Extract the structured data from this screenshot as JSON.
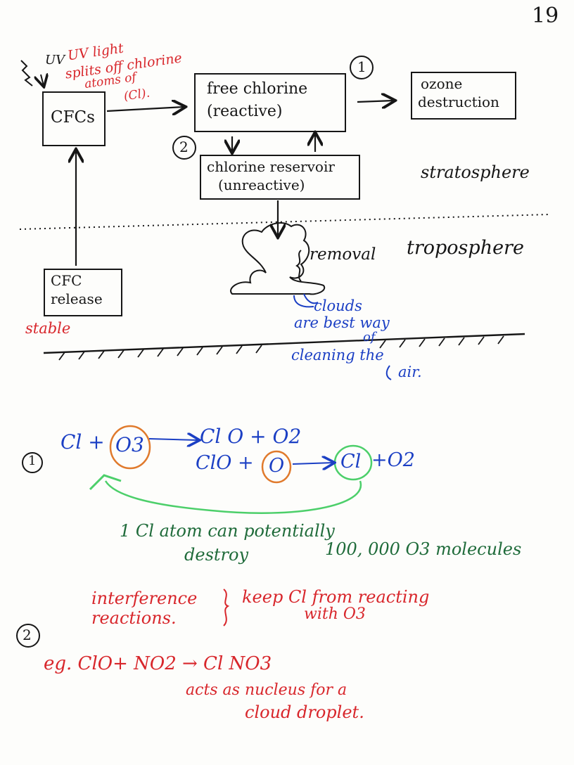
{
  "page_number": "19",
  "uv_label": "UV",
  "annotation_uv": [
    "UV light",
    "splits off chlorine",
    "atoms of",
    "(Cl)."
  ],
  "boxes": {
    "cfcs": "CFCs",
    "free_chlorine": [
      "free chlorine",
      "(reactive)"
    ],
    "ozone": [
      "ozone",
      "destruction"
    ],
    "reservoir": [
      "chlorine reservoir",
      "(unreactive)"
    ],
    "release": [
      "CFC",
      "release"
    ]
  },
  "markers": {
    "one": "1",
    "two": "2"
  },
  "labels": {
    "stratosphere": "stratosphere",
    "troposphere": "troposphere",
    "removal": "removal",
    "stable": "stable",
    "clouds": [
      "clouds",
      "are best way",
      "of",
      "cleaning the",
      "air."
    ]
  },
  "reactions": {
    "r1_left": "Cl +",
    "r1_o3": "O3",
    "r1_right": "Cl O + O2",
    "r2_left": "ClO +",
    "r2_o": "O",
    "r2_cl": "Cl",
    "r2_right": "+O2",
    "note_line1": "1 Cl atom can potentially",
    "note_destroy": "destroy",
    "note_count": "100, 000 O3 molecules"
  },
  "interference": {
    "left": [
      "interference",
      "reactions."
    ],
    "right": [
      "keep Cl from reacting",
      "with O3"
    ]
  },
  "example": {
    "eq": "eg. ClO+ NO2 → Cl NO3",
    "note": [
      "acts as nucleus for a",
      "cloud droplet."
    ]
  },
  "colors": {
    "ink": "#161616",
    "red": "#d8262b",
    "blue": "#1b3fc4",
    "green": "#1f6b3a",
    "orange": "#e07a2c",
    "lime": "#4ccf6a"
  }
}
